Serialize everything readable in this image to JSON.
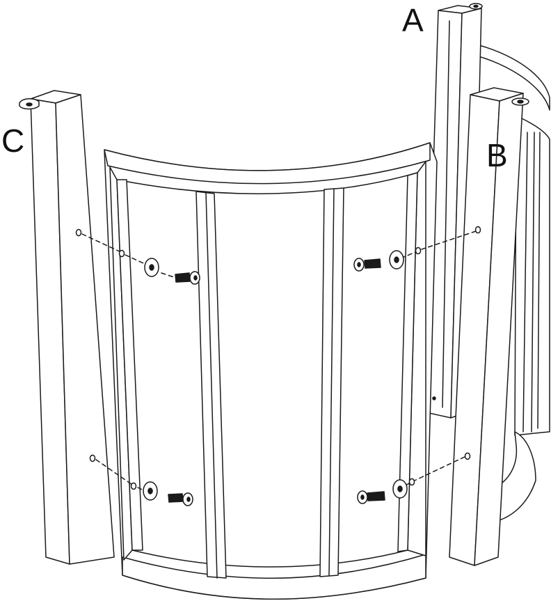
{
  "labels": {
    "a": "A",
    "b": "B",
    "c": "C"
  },
  "colors": {
    "stroke": "#1a1a1a",
    "fill": "#ffffff",
    "background": "#ffffff"
  }
}
